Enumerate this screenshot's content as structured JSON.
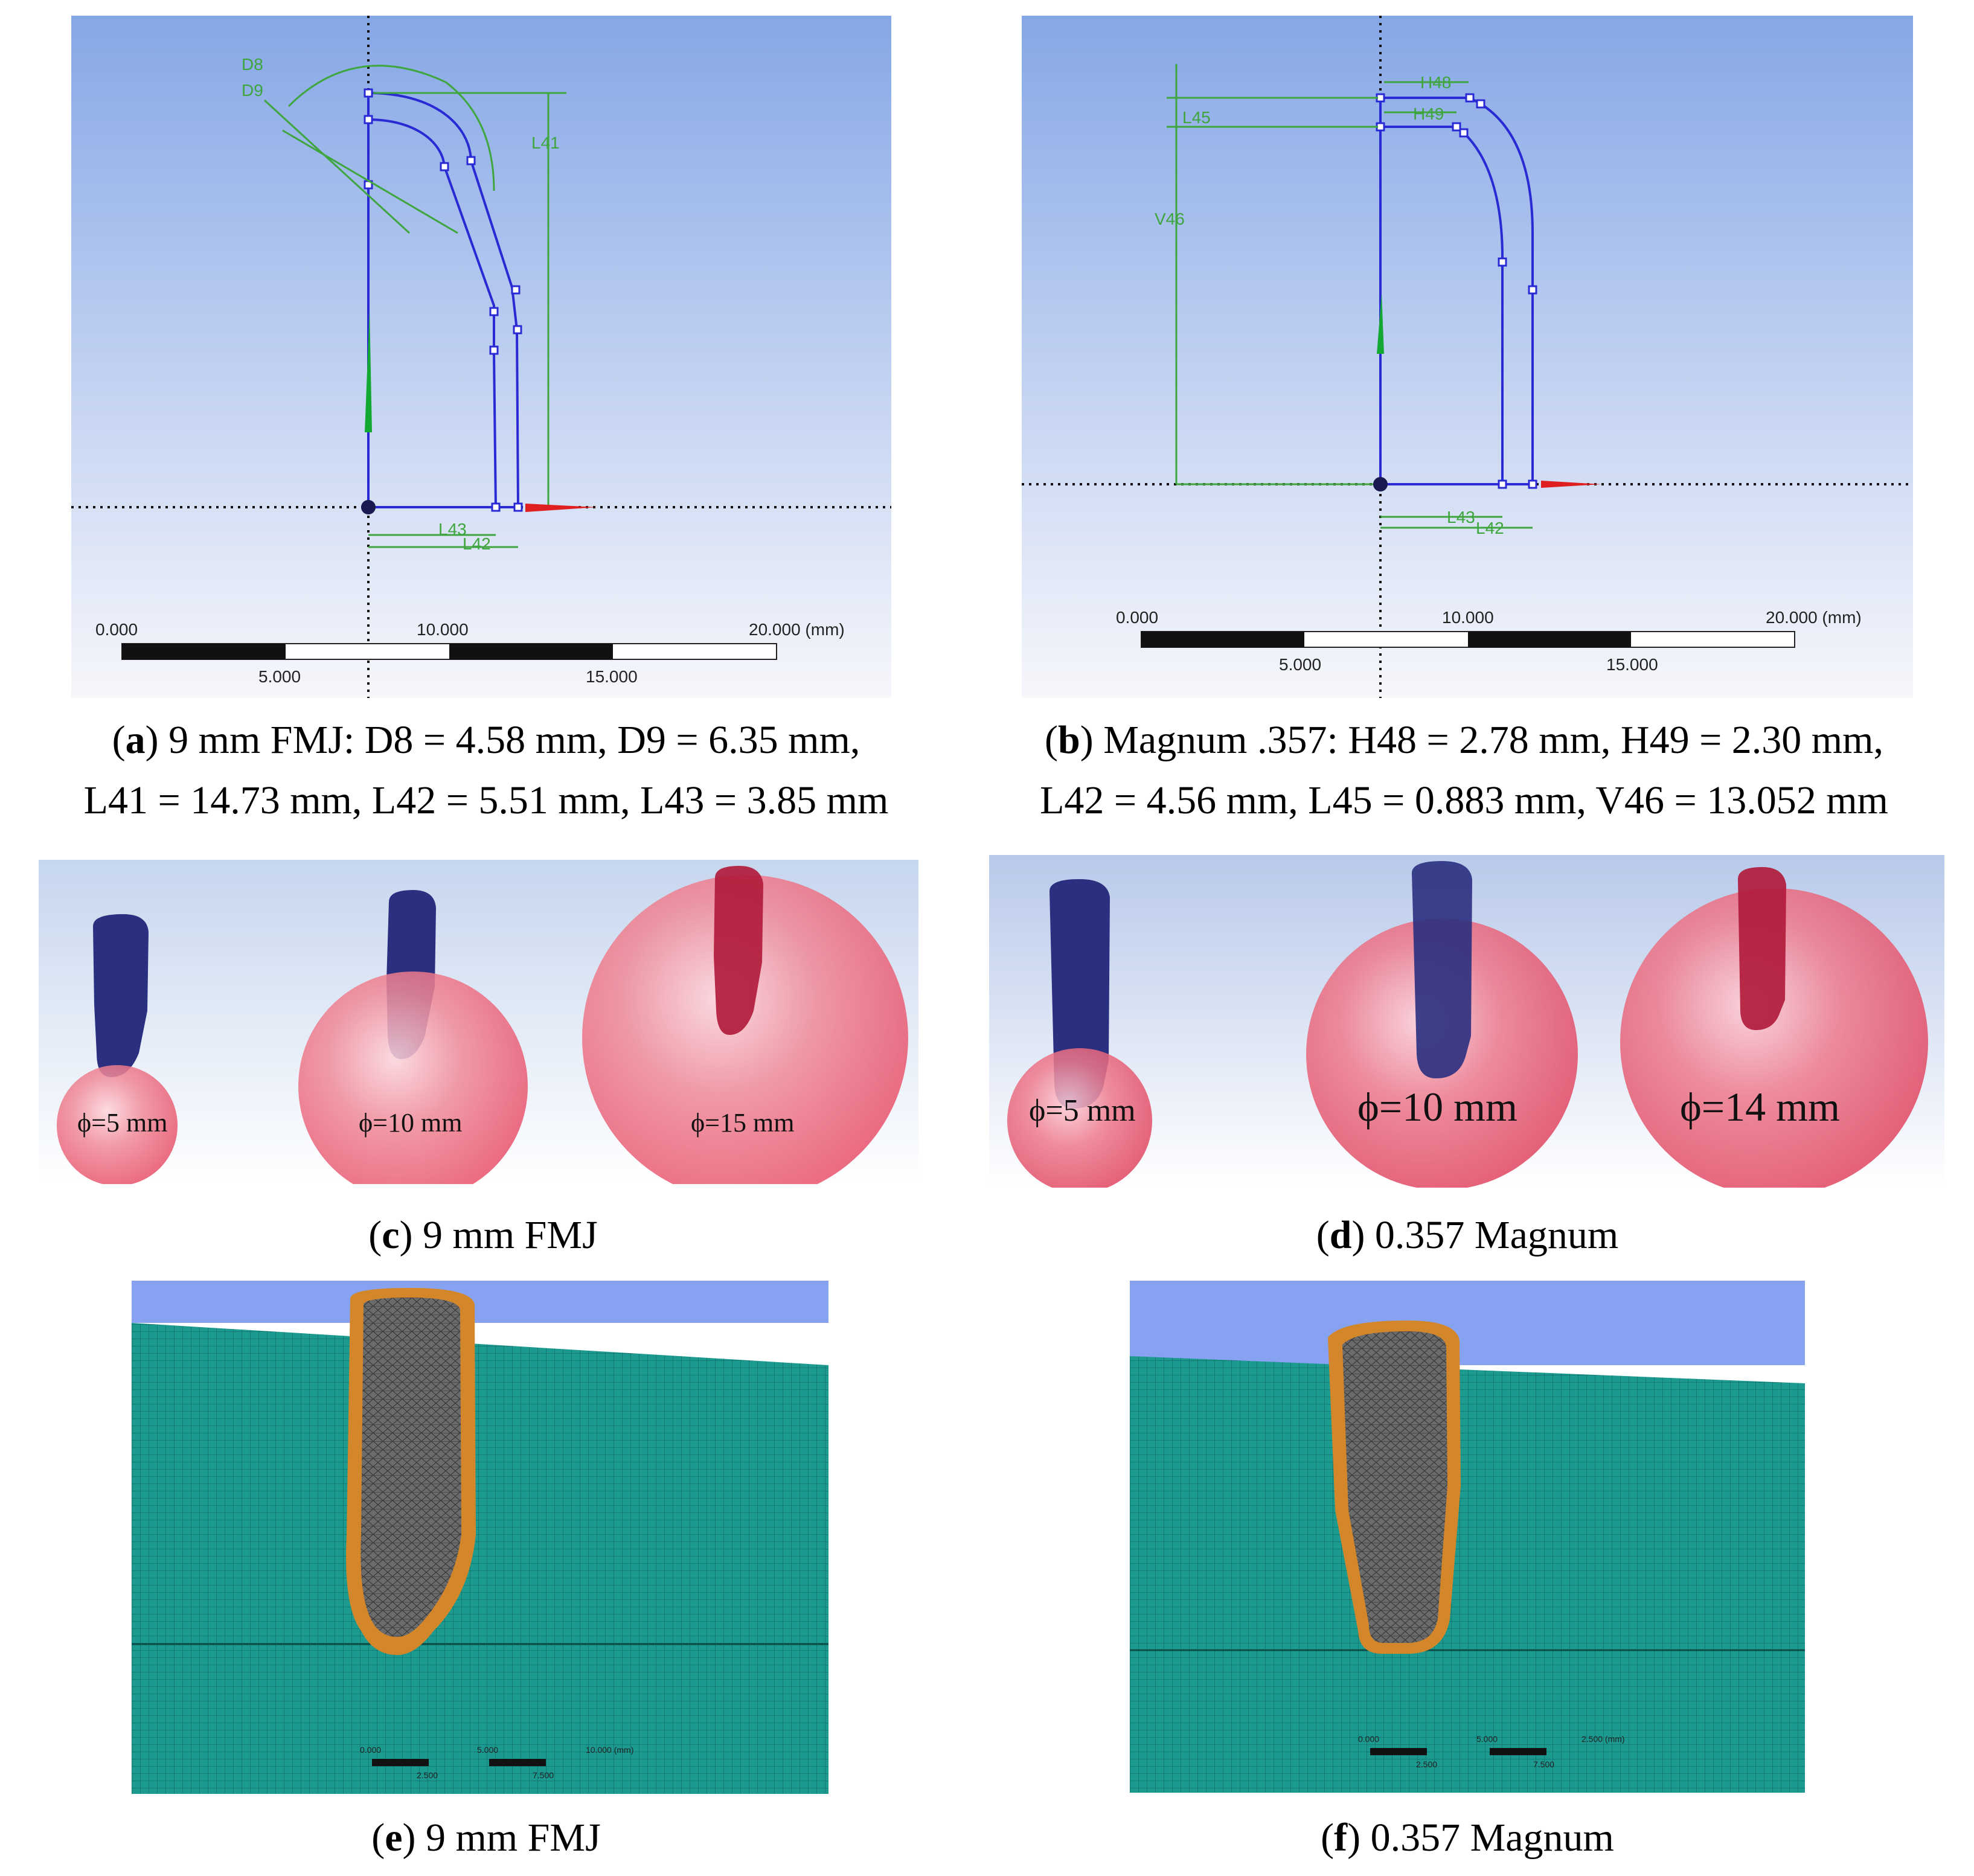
{
  "panels": {
    "a": {
      "letter": "a",
      "caption_line1": "9 mm FMJ: D8 = 4.58 mm, D9 = 6.35 mm,",
      "caption_line2": "L41 = 14.73 mm, L42 = 5.51 mm, L43 = 3.85 mm",
      "dims": {
        "d8": "D8",
        "d9": "D9",
        "l41": "L41",
        "l42": "L42",
        "l43": "L43"
      },
      "scale": {
        "t0": "0.000",
        "t10": "10.000",
        "t20": "20.000 (mm)",
        "t5": "5.000",
        "t15": "15.000"
      }
    },
    "b": {
      "letter": "b",
      "caption_line1": "Magnum .357: H48 = 2.78 mm, H49 = 2.30 mm,",
      "caption_line2": "L42 = 4.56 mm, L45 = 0.883 mm, V46 = 13.052 mm",
      "dims": {
        "h48": "H48",
        "h49": "H49",
        "l45": "L45",
        "v46": "V46",
        "l43": "L43",
        "l42": "L42"
      },
      "scale": {
        "t0": "0.000",
        "t10": "10.000",
        "t20": "20.000 (mm)",
        "t5": "5.000",
        "t15": "15.000"
      }
    },
    "c": {
      "letter": "c",
      "caption": "9 mm FMJ",
      "labels": [
        "ϕ=5 mm",
        "ϕ=10 mm",
        "ϕ=15 mm"
      ]
    },
    "d": {
      "letter": "d",
      "caption": "0.357 Magnum",
      "labels": [
        "ϕ=5 mm",
        "ϕ=10 mm",
        "ϕ=14 mm"
      ]
    },
    "e": {
      "letter": "e",
      "caption": "9 mm FMJ",
      "scale": {
        "t0": "0.000",
        "t5": "5.000",
        "t10": "10.000 (mm)",
        "t25": "2.500",
        "t75": "7.500"
      }
    },
    "f": {
      "letter": "f",
      "caption": "0.357 Magnum",
      "scale": {
        "t0": "0.000",
        "t5": "5.000",
        "t10": "2.500 (mm)",
        "t25": "2.500",
        "t75": "7.500"
      }
    }
  },
  "colors": {
    "sky_top": "#86a7e6",
    "sky_bottom": "#f4f6fb",
    "sketch_blue": "#2a2ad4",
    "dimension_green": "#3fa63f",
    "axis_red": "#e02020",
    "bullet_navy": "#2a2f80",
    "sphere_red": "#e8506a",
    "mesh_teal": "#1d9a90",
    "jacket_orange": "#d4862a",
    "core_gray": "#6b6b6b"
  }
}
